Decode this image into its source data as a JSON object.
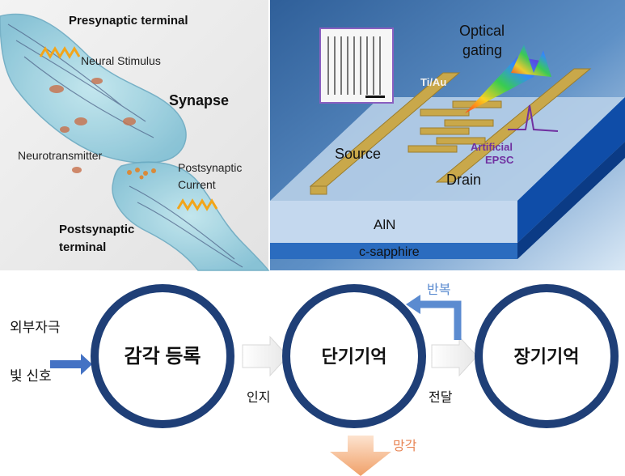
{
  "top_left_panel": {
    "presynaptic_terminal": "Presynaptic terminal",
    "neural_stimulus": "Neural Stimulus",
    "synapse": "Synapse",
    "neurotransmitter": "Neurotransmitter",
    "postsynaptic_current_line1": "Postsynaptic",
    "postsynaptic_current_line2": "Current",
    "postsynaptic_terminal_line1": "Postsynaptic",
    "postsynaptic_terminal_line2": "terminal"
  },
  "top_right_panel": {
    "optical_gating_line1": "Optical",
    "optical_gating_line2": "gating",
    "electrode_material": "Ti/Au",
    "source": "Source",
    "drain": "Drain",
    "artificial_line1": "Artificial",
    "artificial_line2": "EPSC",
    "layer_top": "AlN",
    "layer_bottom": "c-sapphire"
  },
  "flow": {
    "input_line1": "외부자극",
    "input_line2": "빛 신호",
    "stage1": "감각 등록",
    "stage2": "단기기억",
    "stage3": "장기기억",
    "arrow1_label": "인지",
    "arrow2_label": "전달",
    "loop_label": "반복",
    "forget_label": "망각"
  },
  "colors": {
    "circle_fill": "#ffffff",
    "circle_stroke": "#1f3f77",
    "input_arrow": "#4472c4",
    "loop_arrow": "#5b8bd0",
    "loop_label": "#5b8bd0",
    "forget_arrow": "#f4a46a",
    "forget_label": "#e88656",
    "gold_electrode": "#c9a84a",
    "aln_layer": "#bcd3ea",
    "sapphire_layer": "#2b6cbf",
    "epsc_text": "#7030a0"
  }
}
